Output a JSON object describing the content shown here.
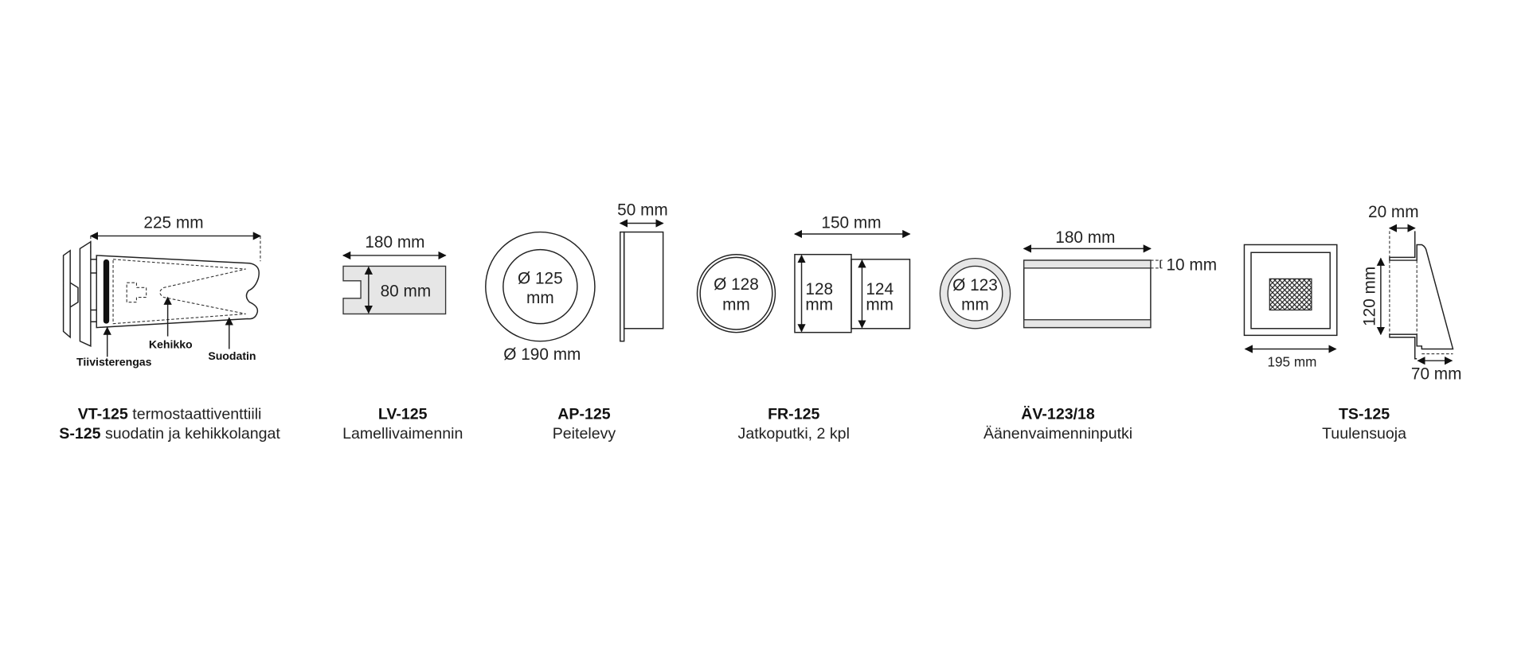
{
  "products": [
    {
      "code": "VT-125",
      "desc": "termostaattiventtiili",
      "code2": "S-125",
      "desc2": "suodatin ja kehikkolangat",
      "dims": [
        "225 mm"
      ],
      "callouts": [
        "Tiivisterengas",
        "Kehikko",
        "Suodatin"
      ]
    },
    {
      "code": "LV-125",
      "desc": "Lamellivaimennin",
      "dims": [
        "180 mm",
        "80 mm"
      ]
    },
    {
      "code": "AP-125",
      "desc": "Peitelevy",
      "dims": [
        "Ø 125",
        "mm",
        "Ø 190 mm",
        "50 mm"
      ]
    },
    {
      "code": "FR-125",
      "desc": "Jatkoputki, 2 kpl",
      "dims": [
        "Ø 128",
        "mm",
        "150 mm",
        "128",
        "mm",
        "124",
        "mm"
      ]
    },
    {
      "code": "ÄV-123/18",
      "desc": "Äänenvaimenninputki",
      "dims": [
        "Ø 123",
        "mm",
        "180 mm",
        "10 mm"
      ]
    },
    {
      "code": "TS-125",
      "desc": "Tuulensuoja",
      "dims": [
        "195 mm",
        "20 mm",
        "120 mm",
        "70 mm"
      ]
    }
  ]
}
